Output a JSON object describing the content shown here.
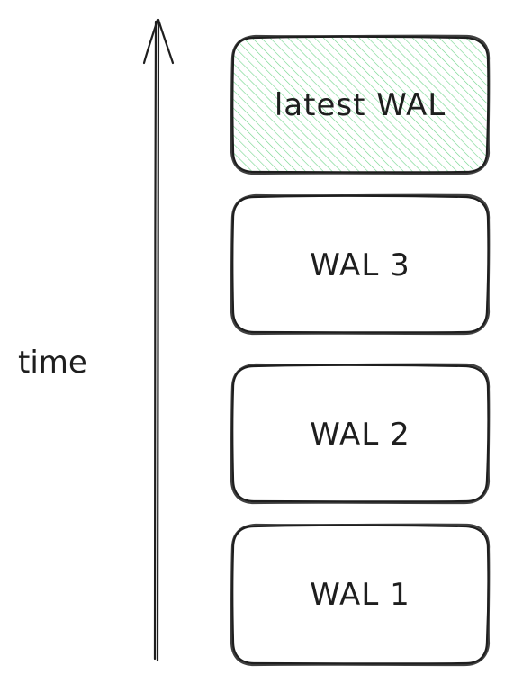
{
  "axis": {
    "label": "time"
  },
  "boxes": [
    {
      "label": "latest WAL",
      "highlighted": true
    },
    {
      "label": "WAL 3",
      "highlighted": false
    },
    {
      "label": "WAL 2",
      "highlighted": false
    },
    {
      "label": "WAL 1",
      "highlighted": false
    }
  ],
  "colors": {
    "ink": "#1e1e1e",
    "highlight_hatch": "#6fd48a",
    "highlight_fill": "#eafaf0"
  }
}
